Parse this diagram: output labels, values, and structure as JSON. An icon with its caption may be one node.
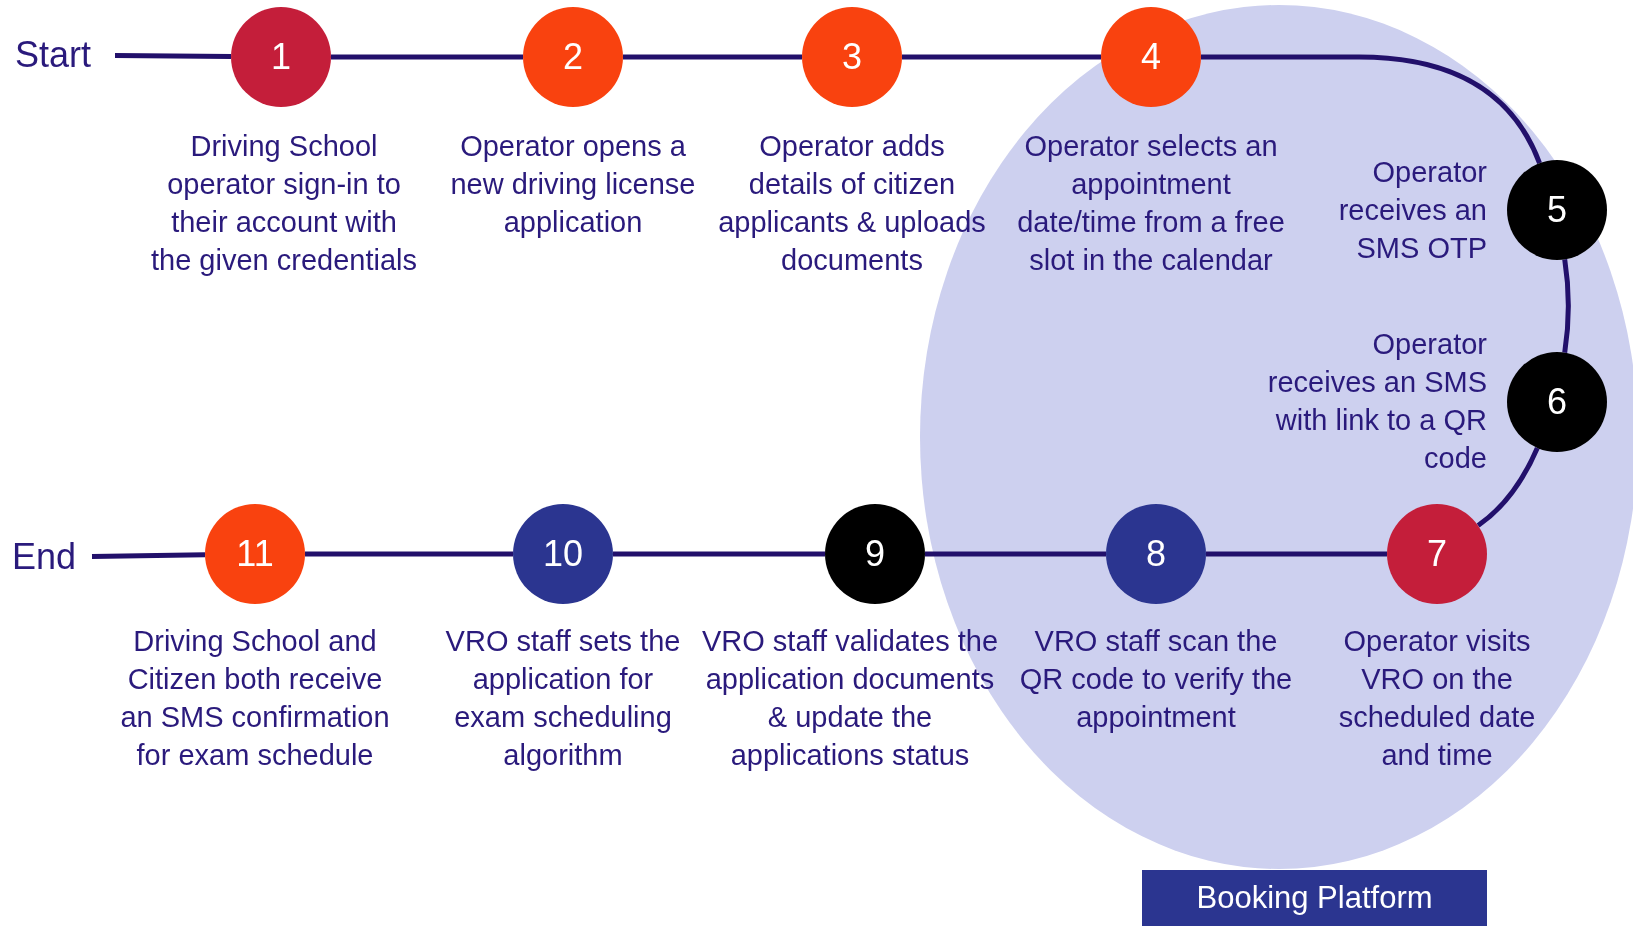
{
  "diagram": {
    "nodes": [
      {
        "text": [
          "Start"
        ]
      },
      {
        "text": [
          "1"
        ],
        "beside": [
          "Driving School operator sign-in to their account with the given credentials"
        ]
      },
      {
        "text": [
          "2"
        ],
        "beside": [
          "Operator opens a new driving license application"
        ]
      },
      {
        "text": [
          "3"
        ],
        "beside": [
          "Operator adds details of citizen applicants & uploads documents"
        ]
      },
      {
        "text": [
          "4"
        ],
        "beside": [
          "Operator selects an appointment date/time from a free slot in the calendar"
        ]
      },
      {
        "text": [
          "5"
        ],
        "beside": [
          "Operator receives an SMS OTP"
        ]
      },
      {
        "text": [
          "6"
        ],
        "beside": [
          "Operator receives an SMS with link to a QR code"
        ]
      },
      {
        "text": [
          "7"
        ],
        "beside": [
          "Operator visits VRO on the scheduled date and time"
        ]
      },
      {
        "text": [
          "8"
        ],
        "beside": [
          "VRO staff scan the QR code to verify the appointment"
        ]
      },
      {
        "text": [
          "9"
        ],
        "beside": [
          "VRO staff validates the application documents & update the applications status"
        ]
      },
      {
        "text": [
          "10"
        ],
        "beside": [
          "VRO staff sets the application for exam scheduling algorithm"
        ]
      },
      {
        "text": [
          "11"
        ],
        "beside": [
          "Driving School and Citizen both receive an SMS confirmation for exam schedule"
        ]
      },
      {
        "text": [
          "End"
        ]
      },
      {
        "text": [
          "Booking Platform"
        ]
      }
    ],
    "edges": [
      {
        "from": 0,
        "to": 1,
        "arrow": "none"
      },
      {
        "from": 1,
        "to": 2,
        "arrow": "none"
      },
      {
        "from": 2,
        "to": 3,
        "arrow": "none"
      },
      {
        "from": 3,
        "to": 4,
        "arrow": "none"
      },
      {
        "from": 4,
        "to": 5,
        "arrow": "none"
      },
      {
        "from": 5,
        "to": 6,
        "arrow": "none"
      },
      {
        "from": 6,
        "to": 7,
        "arrow": "none"
      },
      {
        "from": 7,
        "to": 8,
        "arrow": "none"
      },
      {
        "from": 8,
        "to": 9,
        "arrow": "none"
      },
      {
        "from": 9,
        "to": 10,
        "arrow": "none"
      },
      {
        "from": 10,
        "to": 11,
        "arrow": "none"
      },
      {
        "from": 11,
        "to": 12,
        "arrow": "none"
      }
    ]
  }
}
